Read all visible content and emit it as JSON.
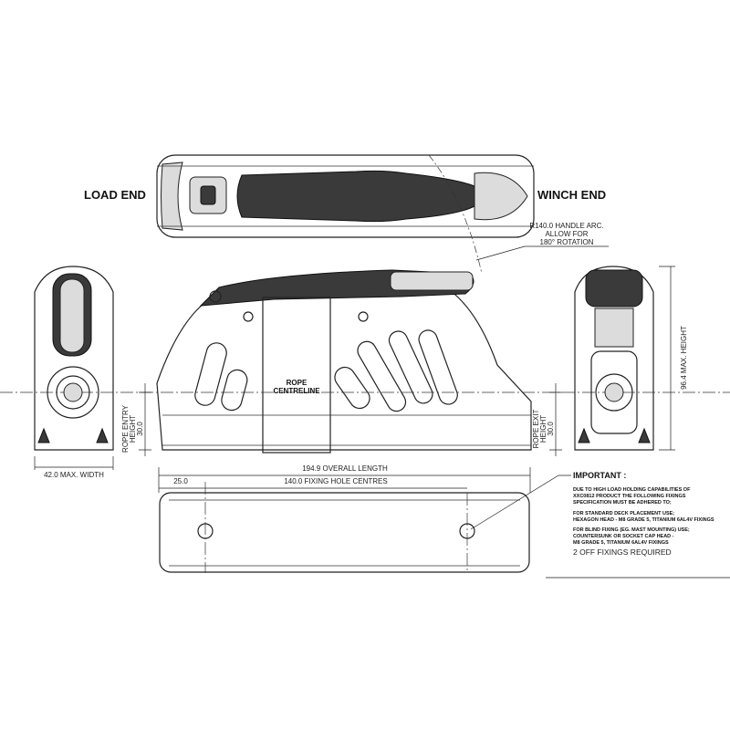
{
  "labels": {
    "load_end": "LOAD END",
    "winch_end": "WINCH END",
    "handle_arc": [
      "R140.0 HANDLE ARC.",
      "ALLOW FOR",
      "180° ROTATION"
    ],
    "rope_centreline": [
      "ROPE",
      "CENTRELINE"
    ],
    "rope_entry": [
      "ROPE ENTRY",
      "HEIGHT",
      "30.0"
    ],
    "rope_exit": [
      "ROPE EXIT",
      "HEIGHT",
      "30.0"
    ],
    "max_height": "96.4 MAX. HEIGHT",
    "max_width": "42.0 MAX. WIDTH",
    "overall_length": "194.9 OVERALL LENGTH",
    "hole_offset": "25.0",
    "fixing_centres": "140.0 FIXING HOLE CENTRES"
  },
  "notes": {
    "title": "IMPORTANT :",
    "lines": [
      "DUE TO HIGH LOAD HOLDING CAPABILITIES OF",
      "XXC0812 PRODUCT THE FOLLOWING FIXINGS",
      "SPECIFICATION MUST BE ADHERED TO;",
      "FOR STANDARD DECK PLACEMENT USE;",
      "HEXAGON HEAD - M8 GRADE 5, TITANIUM 6AL4V FIXINGS",
      "FOR BLIND FIXING (EG. MAST MOUNTING) USE;",
      "COUNTERSUNK OR SOCKET CAP HEAD -",
      "M8 GRADE 5, TITANIUM 6AL4V FIXINGS"
    ],
    "footer": "2 OFF FIXINGS REQUIRED"
  }
}
